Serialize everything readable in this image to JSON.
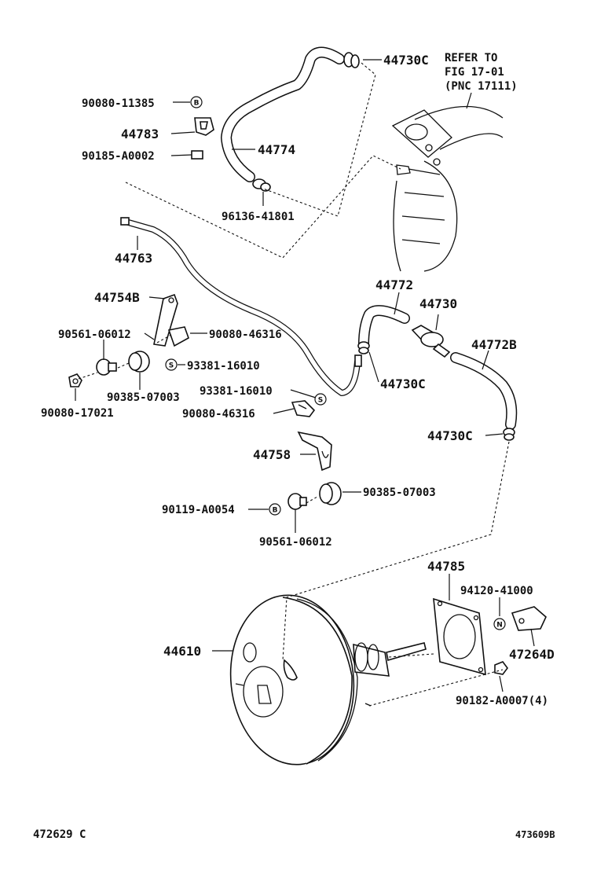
{
  "refer": {
    "line1": "REFER TO",
    "line2": "FIG 17-01",
    "line3": "(PNC 17111)"
  },
  "parts": {
    "p44730c_top": "44730C",
    "p90080_11385": "90080-11385",
    "p44783": "44783",
    "p44774": "44774",
    "p90185_a0002": "90185-A0002",
    "p96136_41801": "96136-41801",
    "p44763": "44763",
    "p44772": "44772",
    "p44730": "44730",
    "p44754b": "44754B",
    "p44772b": "44772B",
    "p90561_06012_a": "90561-06012",
    "p90080_46316_a": "90080-46316",
    "p93381_16010_a": "93381-16010",
    "p44730c_mid": "44730C",
    "p90385_07003_a": "90385-07003",
    "p90080_17021": "90080-17021",
    "p93381_16010_b": "93381-16010",
    "p90080_46316_b": "90080-46316",
    "p44730c_low": "44730C",
    "p44758": "44758",
    "p90385_07003_b": "90385-07003",
    "p90119_a0054": "90119-A0054",
    "p90561_06012_b": "90561-06012",
    "p44785": "44785",
    "p94120_41000": "94120-41000",
    "p44610": "44610",
    "p47264d": "47264D",
    "p90182_a0007": "90182-A0007(4)"
  },
  "markers": {
    "b": "B",
    "s": "S",
    "n": "N"
  },
  "footer": {
    "left_code": "472629 C",
    "right_code": "473609B"
  }
}
